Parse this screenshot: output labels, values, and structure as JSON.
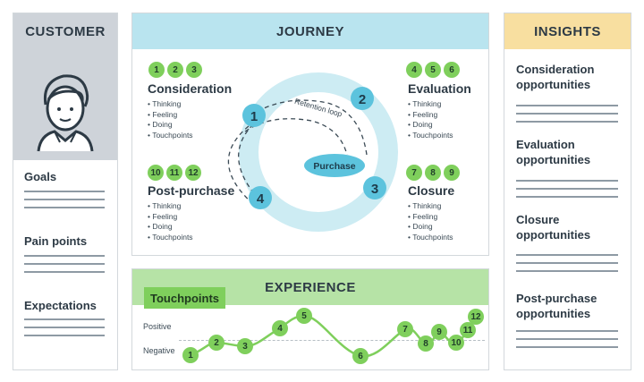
{
  "customer": {
    "header": "CUSTOMER",
    "sections": [
      "Goals",
      "Pain points",
      "Expectations"
    ]
  },
  "journey": {
    "header": "JOURNEY",
    "stages": [
      {
        "name": "Consideration",
        "nums": [
          "1",
          "2",
          "3"
        ],
        "bullets": [
          "Thinking",
          "Feeling",
          "Doing",
          "Touchpoints"
        ]
      },
      {
        "name": "Evaluation",
        "nums": [
          "4",
          "5",
          "6"
        ],
        "bullets": [
          "Thinking",
          "Feeling",
          "Doing",
          "Touchpoints"
        ]
      },
      {
        "name": "Post-purchase",
        "nums": [
          "10",
          "11",
          "12"
        ],
        "bullets": [
          "Thinking",
          "Feeling",
          "Doing",
          "Touchpoints"
        ]
      },
      {
        "name": "Closure",
        "nums": [
          "7",
          "8",
          "9"
        ],
        "bullets": [
          "Thinking",
          "Feeling",
          "Doing",
          "Touchpoints"
        ]
      }
    ],
    "loop_steps": [
      "1",
      "2",
      "3",
      "4"
    ],
    "retention_label": "Retention loop",
    "purchase_label": "Purchase"
  },
  "insights": {
    "header": "INSIGHTS",
    "items": [
      [
        "Consideration",
        "opportunities"
      ],
      [
        "Evaluation",
        "opportunities"
      ],
      [
        "Closure",
        "opportunities"
      ],
      [
        "Post-purchase",
        "opportunities"
      ]
    ]
  },
  "experience": {
    "header": "EXPERIENCE",
    "touchpoints_label": "Touchpoints",
    "positive_label": "Positive",
    "negative_label": "Negative",
    "points": [
      "1",
      "2",
      "3",
      "4",
      "5",
      "6",
      "7",
      "8",
      "9",
      "10",
      "11",
      "12"
    ]
  },
  "colors": {
    "customer_header": "#ced3d9",
    "journey_header": "#b9e4ef",
    "insights_header": "#f8dfa0",
    "experience_header": "#b6e3a6",
    "touchpoints_tag": "#7fcf5c",
    "number_badge": "#7fcf5c",
    "ring": "#cdecf3",
    "loop_node": "#5cc3dd",
    "curve": "#7fcf5c"
  }
}
